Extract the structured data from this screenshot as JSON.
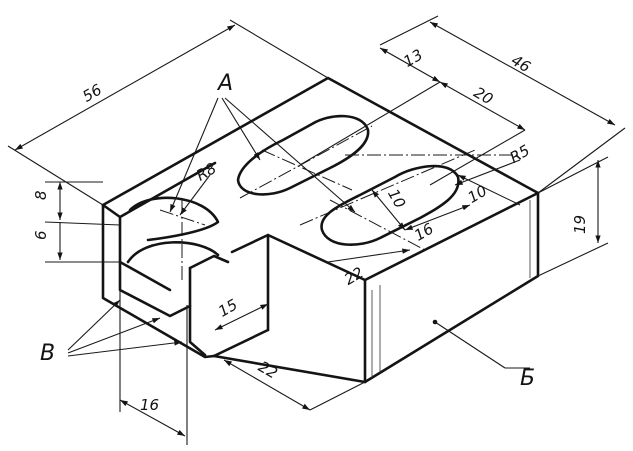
{
  "dimensions": {
    "d56": "56",
    "d13": "13",
    "d46": "46",
    "d20": "20",
    "r5": "R5",
    "r8": "R8",
    "d8": "8",
    "d6": "6",
    "d10a": "10",
    "d10b": "10",
    "d16in": "16",
    "d19": "19",
    "d22a": "22",
    "d15": "15",
    "d22b": "22",
    "d16b": "16"
  },
  "labels": {
    "A": "А",
    "B": "В",
    "Be": "Б"
  }
}
